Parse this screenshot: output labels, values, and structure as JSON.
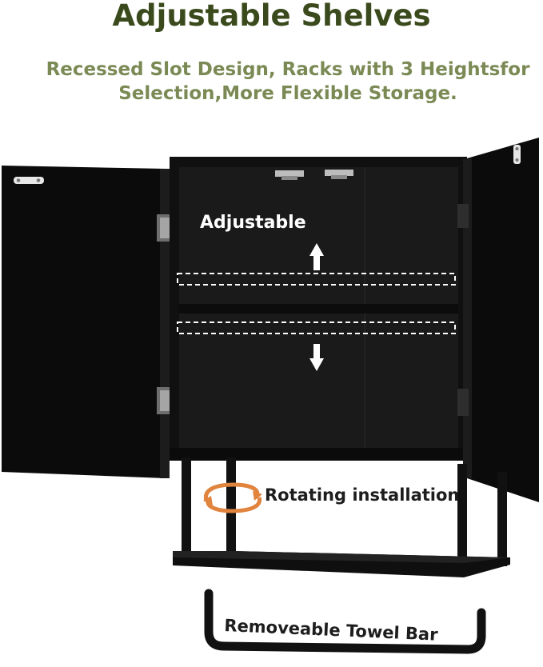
{
  "header": {
    "title": "Adjustable Shelves",
    "subtitle_line1": "Recessed Slot Design, Racks with 3 Heightsfor",
    "subtitle_line2": "Selection,More Flexible Storage."
  },
  "callouts": {
    "adjustable": "Adjustable",
    "rotating": "Rotating installation",
    "towel_bar": "Removeable Towel Bar"
  },
  "colors": {
    "title": "#3b4a1c",
    "subtitle": "#7b8a55",
    "cabinet": "#0d0d0d",
    "rotate_arrow": "#e0843e"
  },
  "icons": [
    "up-arrow-icon",
    "down-arrow-icon",
    "rotate-arrows-icon"
  ]
}
